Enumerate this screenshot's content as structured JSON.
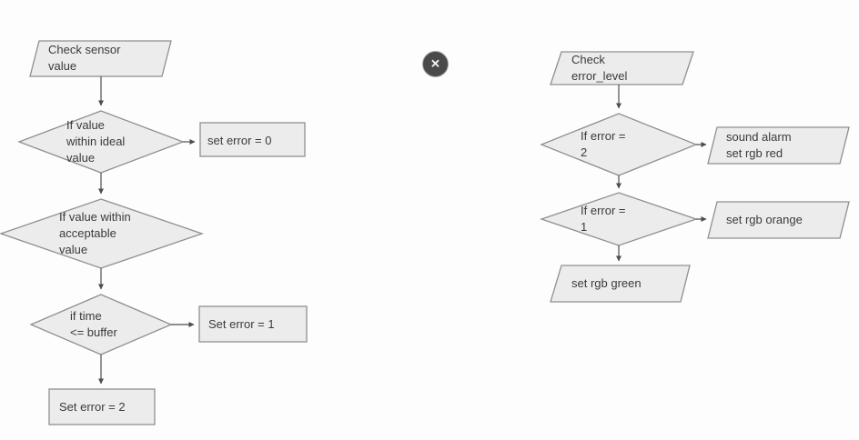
{
  "close_button": {
    "glyph": "✕"
  },
  "colors": {
    "background": "#fdfdfd",
    "shape-fill": "#ececec",
    "shape-stroke": "#8f8f8f",
    "connector": "#4d4d4d",
    "text": "#3a3a3a",
    "close-bg": "#4a4a4a",
    "close-ring": "#a8a8a8",
    "close-x": "#f5f5f5"
  },
  "left_flowchart": {
    "start": "Check sensor\nvalue",
    "decision_ideal": "If value\nwithin ideal\nvalue",
    "set_error_0": "set error = 0",
    "decision_acceptable": "If value within\nacceptable\nvalue",
    "decision_time": "if time\n<= buffer",
    "set_error_1": "Set error = 1",
    "set_error_2": "Set error = 2"
  },
  "right_flowchart": {
    "start": "Check\nerror_level",
    "decision_error_2": "If error =\n2",
    "sound_alarm_red": "sound alarm\nset rgb red",
    "decision_error_1": "If error =\n1",
    "set_rgb_orange": "set rgb orange",
    "set_rgb_green": "set rgb green"
  }
}
